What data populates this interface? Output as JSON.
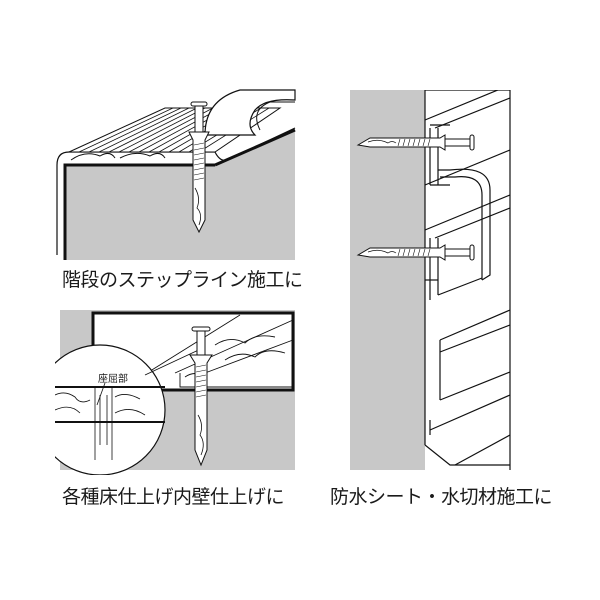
{
  "colors": {
    "concrete": "#c8c8c8",
    "line": "#111111",
    "background": "#ffffff"
  },
  "panels": [
    {
      "id": "stair-step",
      "caption": "階段のステップライン施工に",
      "illustration": "stair-nosing-anchor"
    },
    {
      "id": "floor-wall",
      "caption": "各種床仕上げ内壁仕上げに",
      "callout": "座屈部",
      "illustration": "floor-finish-anchor"
    },
    {
      "id": "waterproof",
      "caption": "防水シート・水切材施工に",
      "illustration": "wall-flashing-anchors"
    }
  ]
}
